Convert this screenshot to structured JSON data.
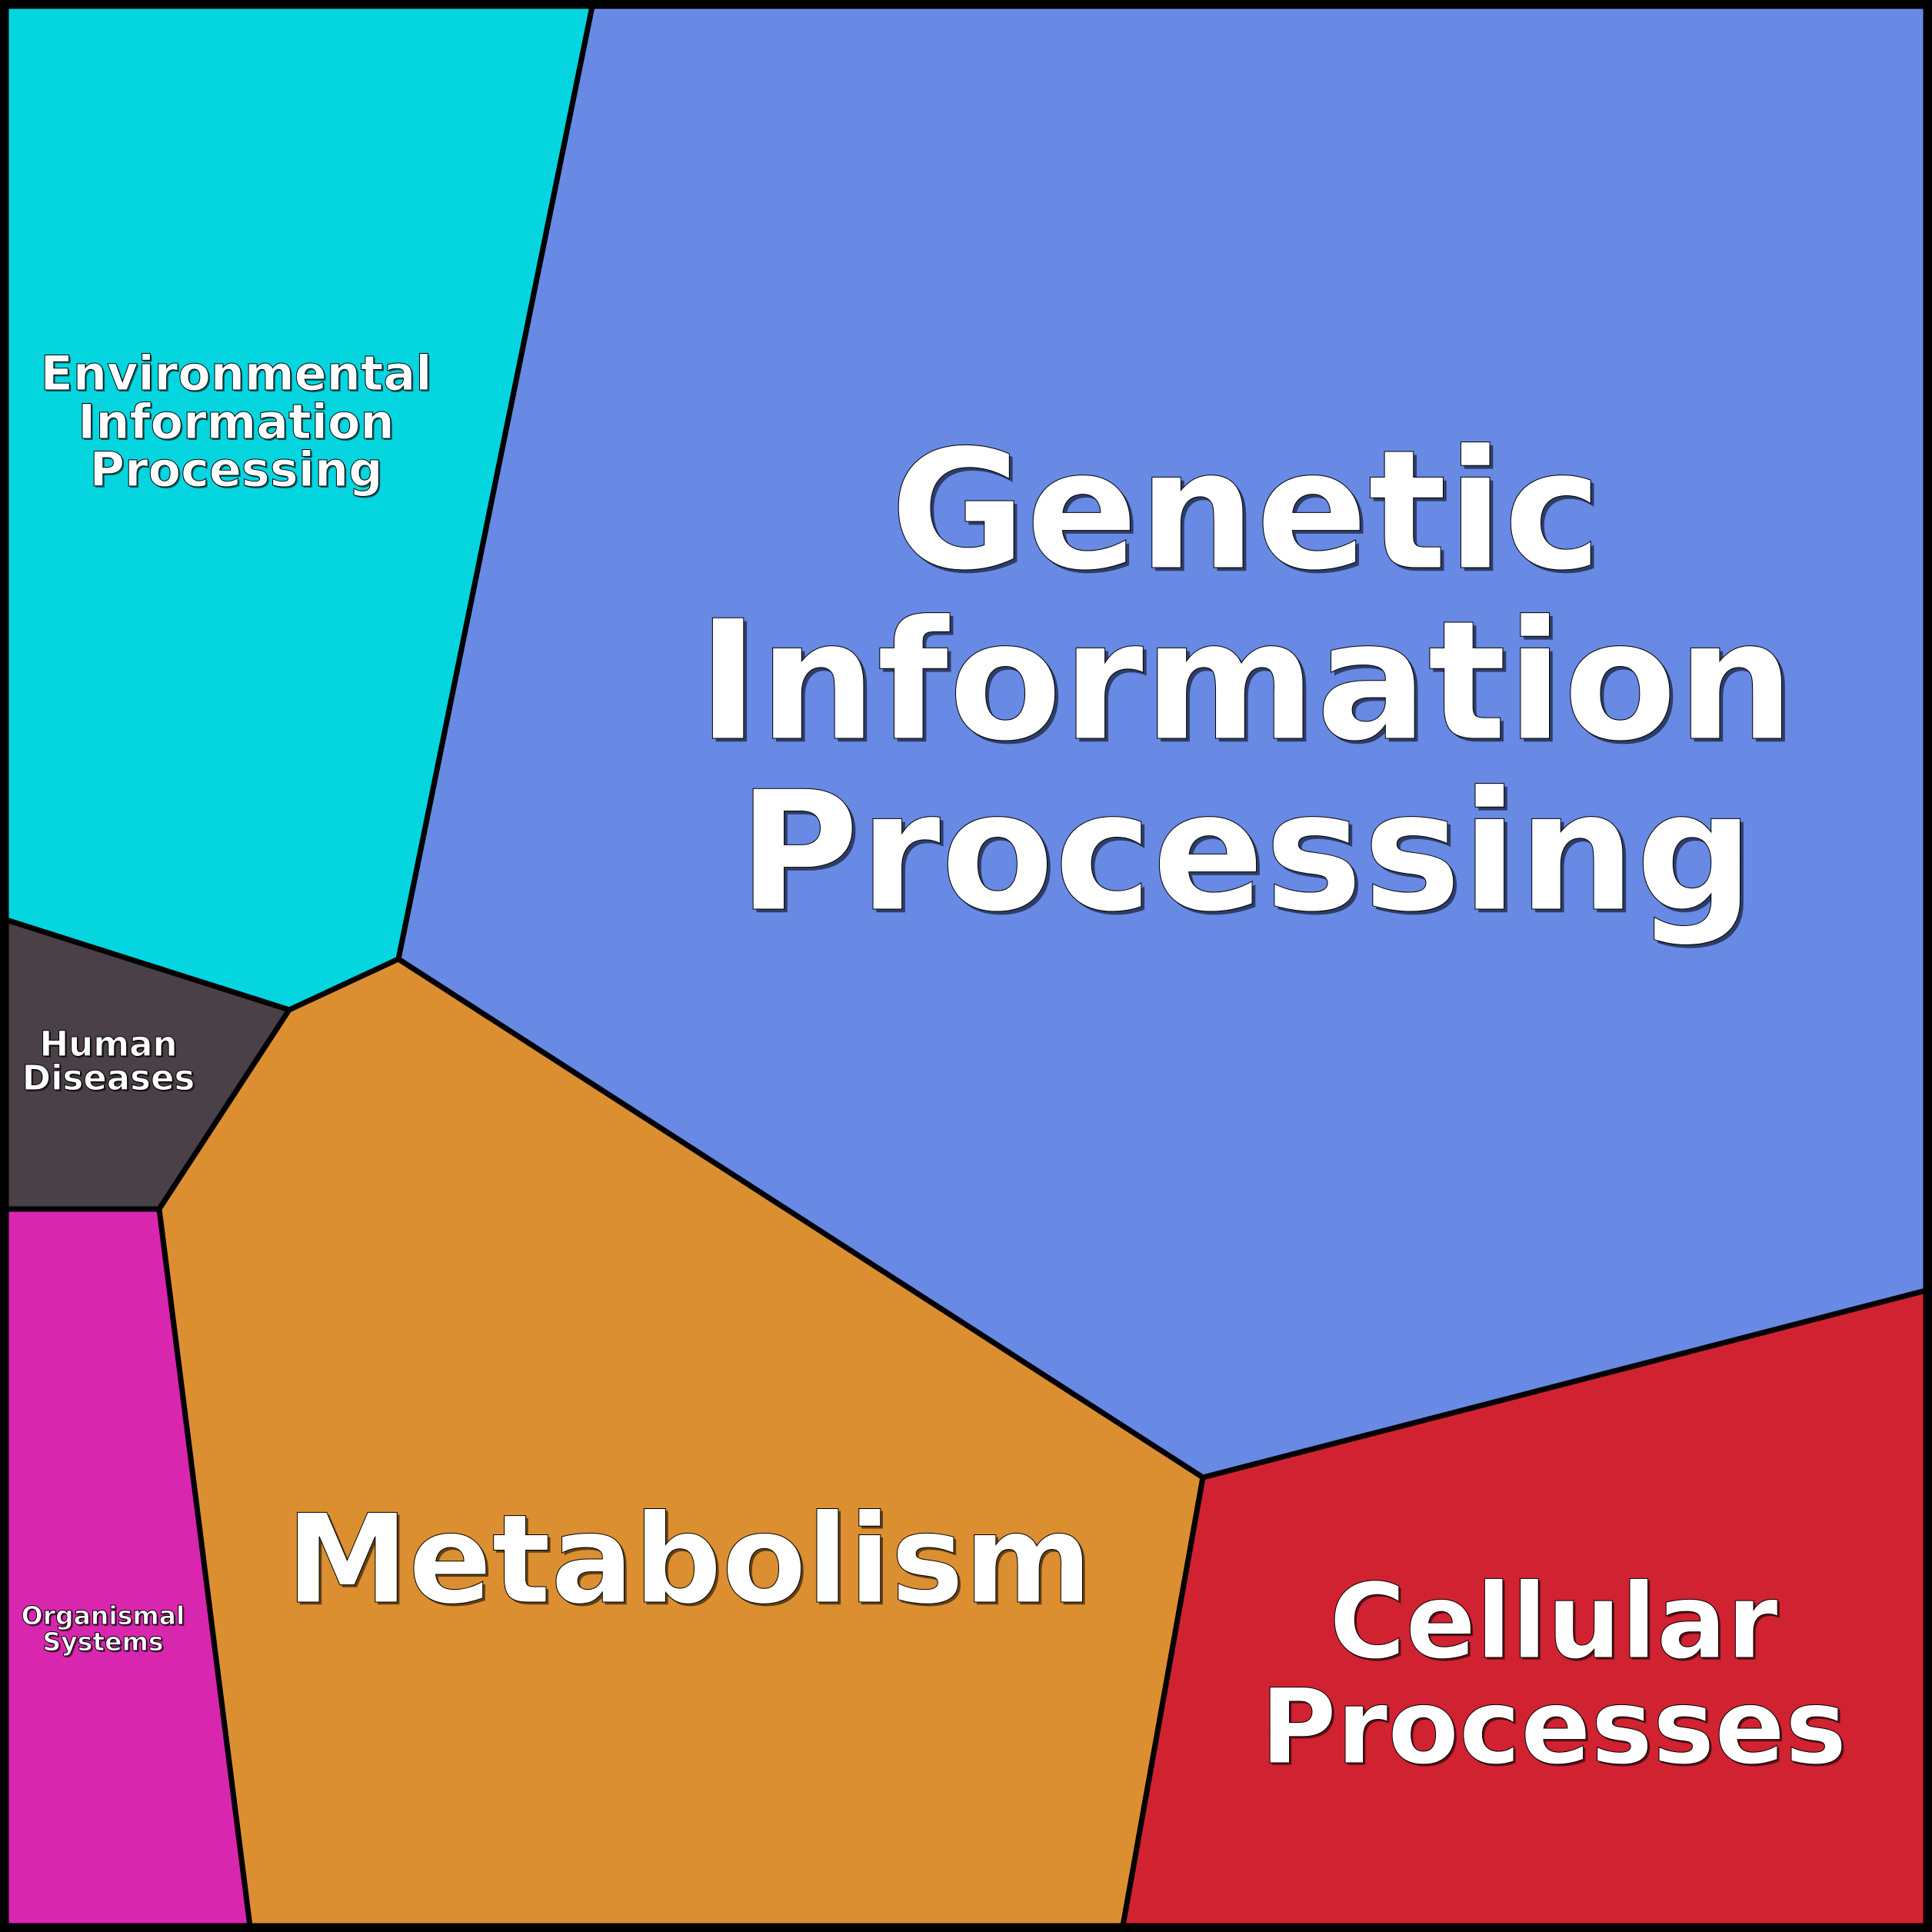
{
  "diagram": {
    "type": "voronoi-treemap",
    "cells": [
      {
        "id": "genetic",
        "label_lines": [
          "Genetic",
          "Information",
          "Processing"
        ],
        "color": "#6889E4"
      },
      {
        "id": "environmental",
        "label_lines": [
          "Environmental",
          "Information",
          "Processing"
        ],
        "color": "#05D5DF"
      },
      {
        "id": "human-diseases",
        "label_lines": [
          "Human",
          "Diseases"
        ],
        "color": "#4A4048"
      },
      {
        "id": "organismal",
        "label_lines": [
          "Organismal",
          "Systems"
        ],
        "color": "#D926AF"
      },
      {
        "id": "metabolism",
        "label_lines": [
          "Metabolism"
        ],
        "color": "#DB8F30"
      },
      {
        "id": "cellular",
        "label_lines": [
          "Cellular",
          "Processes"
        ],
        "color": "#D12231"
      }
    ],
    "border_color": "#000000"
  }
}
